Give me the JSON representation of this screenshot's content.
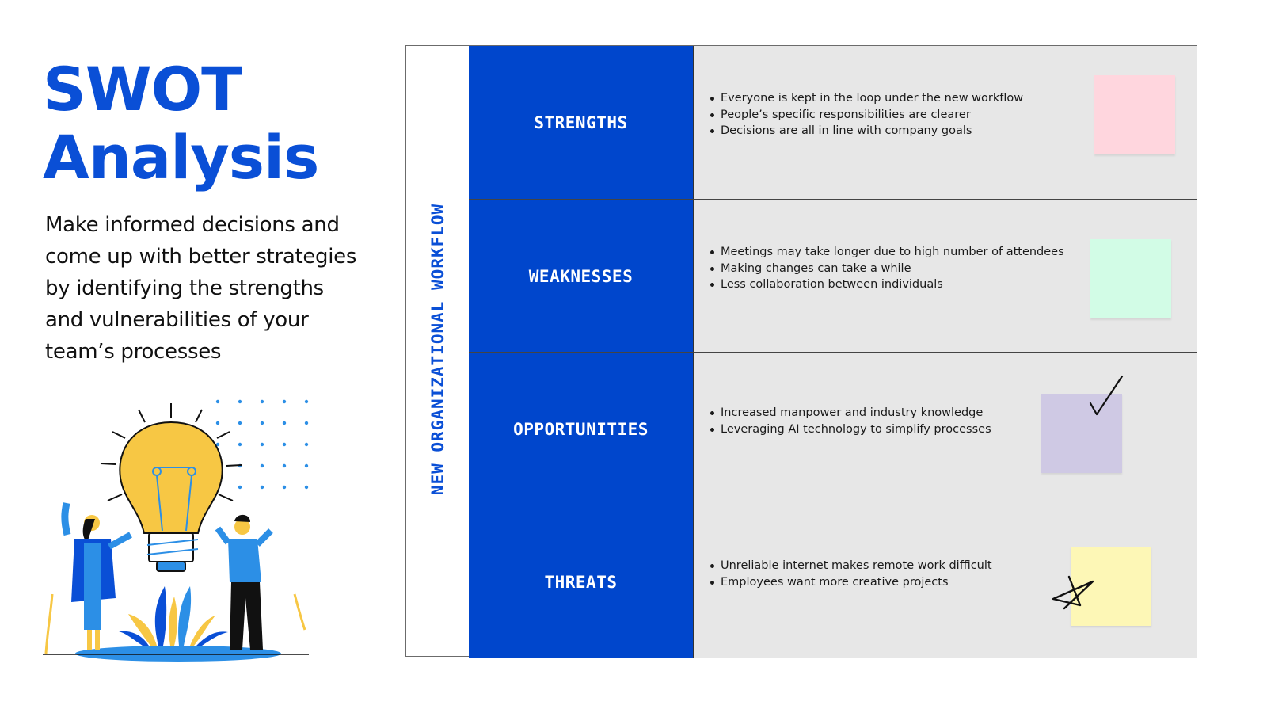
{
  "header": {
    "title_line1": "SWOT",
    "title_line2": "Analysis",
    "description": "Make informed decisions and come up with better strategies by identifying the strengths and vulnerabilities of your team’s processes"
  },
  "illustration": {
    "name": "lightbulb-with-two-people",
    "colors": {
      "bulb": "#f7c744",
      "blue_light": "#2c8fe6",
      "blue_dark": "#0a4fd6",
      "black": "#111111"
    }
  },
  "table": {
    "side_label": "NEW ORGANIZATIONAL WORKFLOW",
    "accent_color": "#0046cc",
    "content_bg": "#e7e7e7",
    "rows": [
      {
        "category": "STRENGTHS",
        "bullets": [
          "Everyone is kept in the loop under the new workflow",
          "People’s specific responsibilities are clearer",
          "Decisions are all in line with company goals"
        ],
        "note_color": "#ffd6de",
        "mark": ""
      },
      {
        "category": "WEAKNESSES",
        "bullets": [
          "Meetings may take longer due to high number of attendees",
          "Making changes can take a while",
          "Less collaboration between individuals"
        ],
        "note_color": "#d2fce6",
        "mark": ""
      },
      {
        "category": "OPPORTUNITIES",
        "bullets": [
          "Increased manpower and industry knowledge",
          "Leveraging AI technology to simplify processes"
        ],
        "note_color": "#cfc9e4",
        "mark": "checkmark"
      },
      {
        "category": "THREATS",
        "bullets": [
          "Unreliable internet makes remote work difficult",
          "Employees want more creative projects"
        ],
        "note_color": "#fdf7b6",
        "mark": "star"
      }
    ]
  }
}
